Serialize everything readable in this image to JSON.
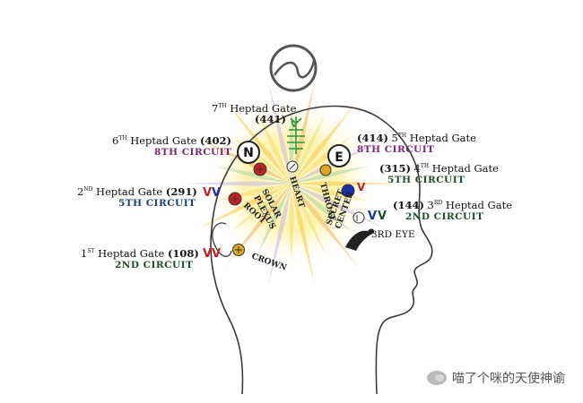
{
  "gates": {
    "g7": {
      "ordinal": "7",
      "sup": "TH",
      "name": "Heptad Gate",
      "number": "(441)"
    },
    "g6": {
      "ordinal": "6",
      "sup": "TH",
      "name": "Heptad Gate",
      "number": "(402)",
      "circuit": "8TH CIRCUIT"
    },
    "g5": {
      "number": "(414)",
      "ordinal": "5",
      "sup": "TH",
      "name": "Heptad Gate",
      "circuit": "8TH CIRCUIT"
    },
    "g4": {
      "number": "(315)",
      "ordinal": "4",
      "sup": "TH",
      "name": "Heptad Gate",
      "circuit": "5TH CIRCUIT"
    },
    "g2": {
      "ordinal": "2",
      "sup": "ND",
      "name": "Heptad Gate",
      "number": "(291)",
      "circuit": "5TH CIRCUIT"
    },
    "g3": {
      "number": "(144)",
      "ordinal": "3",
      "sup": "RD",
      "name": "Heptad Gate",
      "circuit": "2ND CIRCUIT"
    },
    "g1": {
      "ordinal": "1",
      "sup": "ST",
      "name": "Heptad Gate",
      "number": "(108)",
      "circuit": "2ND CIRCUIT"
    }
  },
  "compass": {
    "north": "N",
    "east": "E"
  },
  "centers": [
    "SOLAR PLEXUS",
    "HEART",
    "THROAT",
    "SECRET CENTER",
    "ROOT",
    "CROWN",
    "3RD EYE"
  ],
  "watermark": "喵了个咪的天使神谕",
  "colors": {
    "purple": "#7a2a6e",
    "darkgreen": "#1f4d2e",
    "red": "#c22222",
    "blue": "#1c2fa8",
    "gold": "#e0a820",
    "green": "#2e9a3a"
  }
}
